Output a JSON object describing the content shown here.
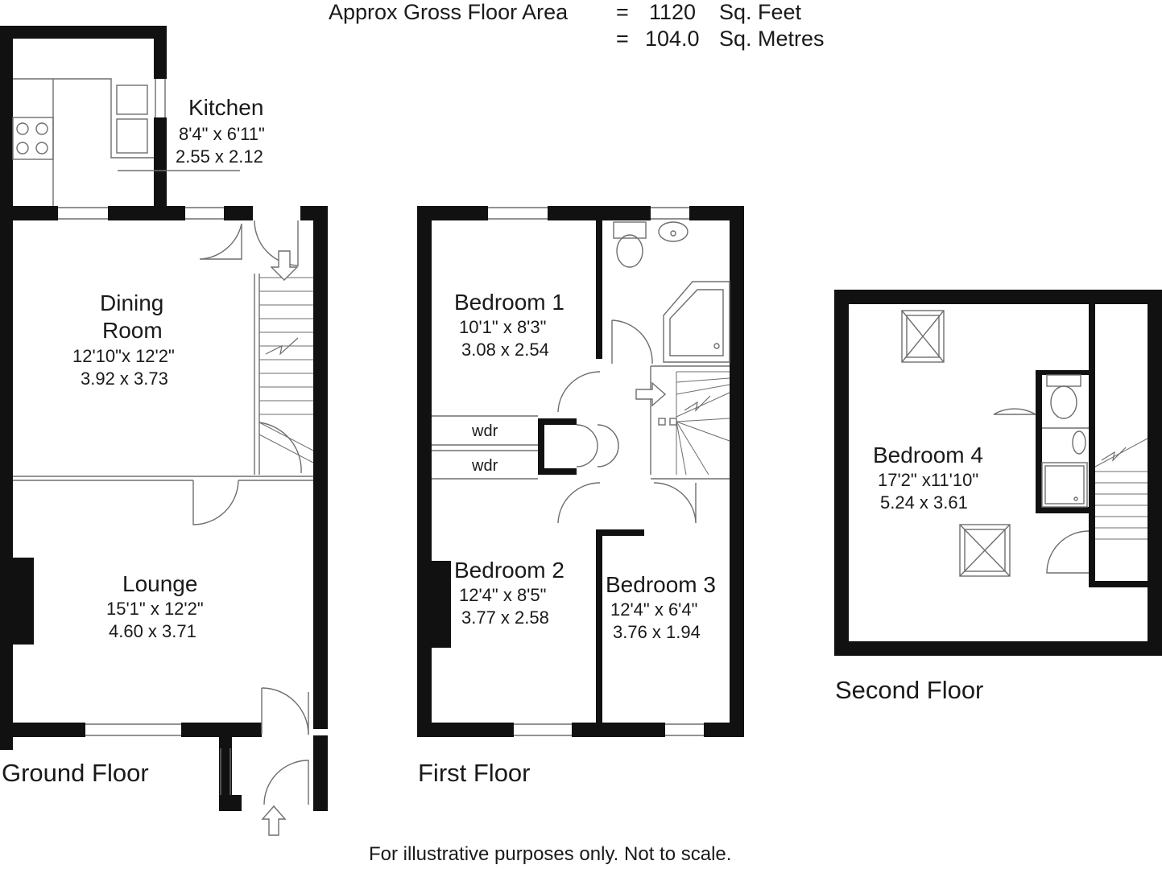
{
  "header": {
    "area_label": "Approx Gross Floor Area",
    "eq1": "=",
    "sq_feet_value": "1120",
    "sq_feet_unit": "Sq. Feet",
    "eq2": "=",
    "sq_metres_value": "104.0",
    "sq_metres_unit": "Sq. Metres"
  },
  "floors": {
    "ground": {
      "label": "Ground Floor",
      "kitchen": {
        "name": "Kitchen",
        "imperial": "8'4\"  x 6'11\"",
        "metric": "2.55  x  2.12"
      },
      "dining": {
        "name_line1": "Dining",
        "name_line2": "Room",
        "imperial": "12'10\"x 12'2\"",
        "metric": "3.92  x  3.73"
      },
      "lounge": {
        "name": "Lounge",
        "imperial": "15'1\"  x  12'2\"",
        "metric": "4.60  x  3.71"
      }
    },
    "first": {
      "label": "First Floor",
      "bedroom1": {
        "name": "Bedroom 1",
        "imperial": "10'1\"  x  8'3\"",
        "metric": "3.08  x  2.54"
      },
      "bedroom2": {
        "name": "Bedroom 2",
        "imperial": "12'4\"  x  8'5\"",
        "metric": "3.77  x  2.58"
      },
      "bedroom3": {
        "name": "Bedroom 3",
        "imperial": "12'4\"  x  6'4\"",
        "metric": "3.76  x  1.94"
      },
      "wardrobe1": "wdr",
      "wardrobe2": "wdr"
    },
    "second": {
      "label": "Second Floor",
      "bedroom4": {
        "name": "Bedroom 4",
        "imperial": "17'2\"  x11'10\"",
        "metric": "5.24  x  3.61"
      }
    }
  },
  "footer": {
    "note": "For illustrative purposes only. Not to scale."
  },
  "colors": {
    "wall": "#111111",
    "line": "#6e6e6e",
    "text": "#1a1a1a"
  }
}
